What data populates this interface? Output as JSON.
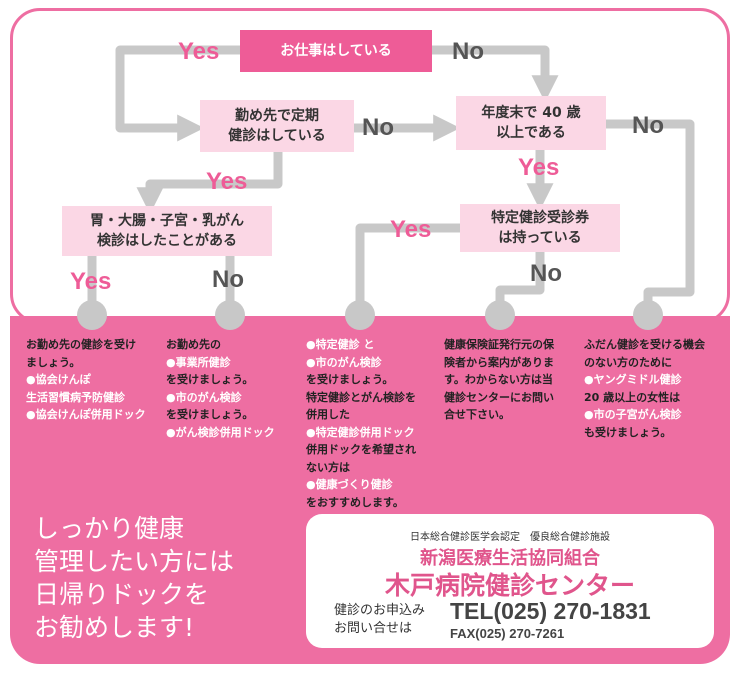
{
  "flow": {
    "q1": "お仕事はしている",
    "q2": [
      "勤め先で定期",
      "健診はしている"
    ],
    "q3": [
      "年度末で 40 歳",
      "以上である"
    ],
    "q4": [
      "胃・大腸・子宮・乳がん",
      "検診はしたことがある"
    ],
    "q5": [
      "特定健診受診券",
      "は持っている"
    ],
    "yes": "Yes",
    "no": "No"
  },
  "columns": [
    [
      {
        "t": "お勤め先の健診を受け"
      },
      {
        "t": "ましょう。"
      },
      {
        "t": "●協会けんぽ",
        "h": 1
      },
      {
        "t": "生活習慣病予防健診",
        "h": 1
      },
      {
        "t": "●協会けんぽ併用ドック",
        "h": 1
      }
    ],
    [
      {
        "t": "お勤め先の"
      },
      {
        "t": "●事業所健診",
        "h": 1
      },
      {
        "t": "を受けましょう。"
      },
      {
        "t": "●市のがん検診",
        "h": 1
      },
      {
        "t": "を受けましょう。"
      },
      {
        "t": "●がん検診併用ドック",
        "h": 1
      }
    ],
    [
      {
        "t": "●特定健診 と",
        "h": 1
      },
      {
        "t": "●市のがん検診",
        "h": 1
      },
      {
        "t": "を受けましょう。"
      },
      {
        "t": "特定健診とがん検診を"
      },
      {
        "t": "併用した"
      },
      {
        "t": "●特定健診併用ドック",
        "h": 1
      },
      {
        "t": "併用ドックを希望され"
      },
      {
        "t": "ない方は"
      },
      {
        "t": "●健康づくり健診",
        "h": 1
      },
      {
        "t": "をおすすめします。"
      }
    ],
    [
      {
        "t": "健康保険証発行元の保"
      },
      {
        "t": "険者から案内がありま"
      },
      {
        "t": "す。わからない方は当"
      },
      {
        "t": "健診センターにお問い"
      },
      {
        "t": "合せ下さい。"
      }
    ],
    [
      {
        "t": "ふだん健診を受ける機会"
      },
      {
        "t": "のない方のために"
      },
      {
        "t": "●ヤングミドル健診",
        "h": 1
      },
      {
        "t": "20 歳以上の女性は"
      },
      {
        "t": "●市の子宮がん検診",
        "h": 1
      },
      {
        "t": "も受けましょう。"
      }
    ]
  ],
  "slogan": [
    "しっかり健康",
    "管理したい方には",
    "日帰りドックを",
    "お勧めします!"
  ],
  "contact": {
    "cert": "日本総合健診医学会認定　優良総合健診施設",
    "org": "新潟医療生活協同組合",
    "center": "木戸病院健診センター",
    "apply": [
      "健診のお申込み",
      "お問い合せは"
    ],
    "tel": "TEL(025) 270-1831",
    "fax": "FAX(025) 270-7261"
  },
  "colors": {
    "pink": "#ee6ea2",
    "hot": "#ee5c97",
    "light": "#fbd7e5",
    "arrow": "#c8c8c8"
  }
}
